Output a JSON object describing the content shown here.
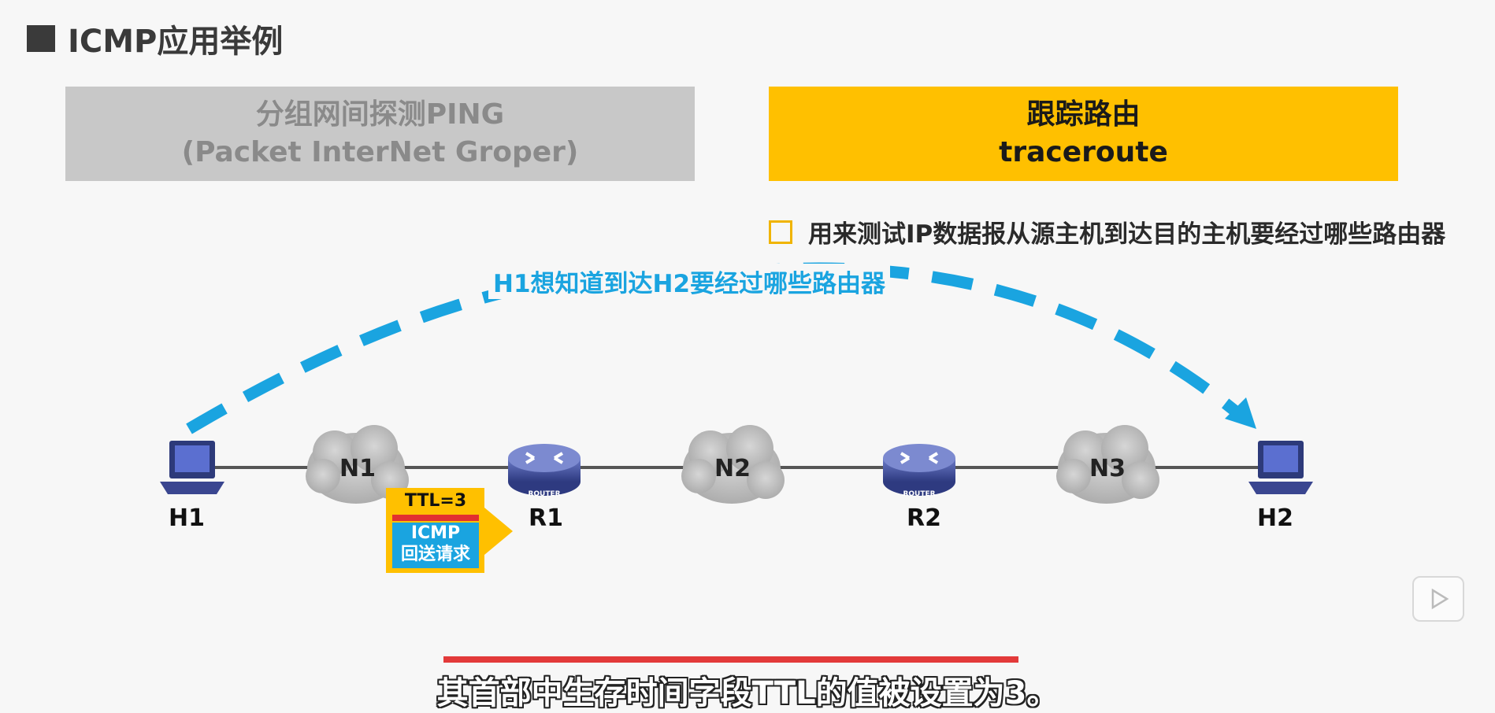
{
  "header": {
    "title": "ICMP应用举例"
  },
  "tabs": {
    "ping": {
      "line1": "分组网间探测PING",
      "line2": "(Packet InterNet Groper)"
    },
    "traceroute": {
      "line1": "跟踪路由",
      "line2": "traceroute"
    }
  },
  "description": "用来测试IP数据报从源主机到达目的主机要经过哪些路由器",
  "diagram": {
    "arc_label": "H1想知道到达H2要经过哪些路由器",
    "hosts": [
      "H1",
      "H2"
    ],
    "routers": [
      "R1",
      "R2"
    ],
    "router_badge": "ROUTER",
    "networks": [
      "N1",
      "N2",
      "N3"
    ],
    "packet": {
      "ttl": "TTL=3",
      "line1": "ICMP",
      "line2": "回送请求"
    },
    "colors": {
      "accent_blue": "#1aa4e0",
      "accent_yellow": "#ffc000",
      "router": "#4a5aa8"
    }
  },
  "subtitle": "其首部中生存时间字段TTL的值被设置为3。",
  "player": {
    "play_icon": "play-icon"
  }
}
